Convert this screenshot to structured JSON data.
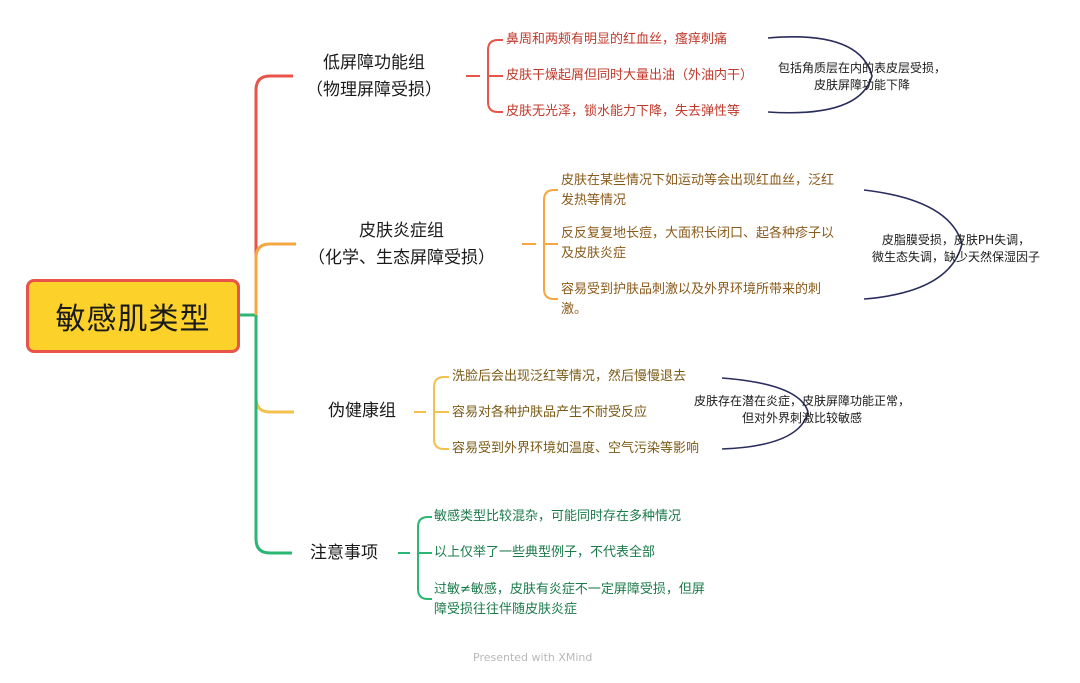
{
  "root": {
    "label": "敏感肌类型",
    "color": "#fcd12a",
    "border": "#e8534a"
  },
  "branches": [
    {
      "label_lines": [
        "低屏障功能组",
        "（物理屏障受损）"
      ],
      "color": "#e8534a",
      "leaves": [
        [
          "鼻周和两颊有明显的红血丝，瘙痒刺痛"
        ],
        [
          "皮肤干燥起屑但同时大量出油（外油内干）"
        ],
        [
          "皮肤无光泽，锁水能力下降，失去弹性等"
        ]
      ],
      "summary_lines": [
        "包括角质层在内的表皮层受损，",
        "皮肤屏障功能下降"
      ]
    },
    {
      "label_lines": [
        "皮肤炎症组",
        "（化学、生态屏障受损）"
      ],
      "color": "#f5a742",
      "leaves": [
        [
          "皮肤在某些情况下如运动等会出现红血丝，泛红",
          "发热等情况"
        ],
        [
          "反反复复地长痘，大面积长闭口、起各种疹子以",
          "及皮肤炎症"
        ],
        [
          "容易受到护肤品刺激以及外界环境所带来的刺",
          "激。"
        ]
      ],
      "summary_lines": [
        "皮脂膜受损，皮肤PH失调，",
        "微生态失调，缺少天然保湿因子"
      ]
    },
    {
      "label_lines": [
        "伪健康组"
      ],
      "color": "#f2c14e",
      "leaves": [
        [
          "洗脸后会出现泛红等情况，然后慢慢退去"
        ],
        [
          "容易对各种护肤品产生不耐受反应"
        ],
        [
          "容易受到外界环境如温度、空气污染等影响"
        ]
      ],
      "summary_lines": [
        "皮肤存在潜在炎症，皮肤屏障功能正常，",
        "但对外界刺激比较敏感"
      ]
    },
    {
      "label_lines": [
        "注意事项"
      ],
      "color": "#2bb673",
      "leaves": [
        [
          "敏感类型比较混杂，可能同时存在多种情况"
        ],
        [
          "以上仅举了一些典型例子，不代表全部"
        ],
        [
          "过敏≠敏感，皮肤有炎症不一定屏障受损，但屏",
          "障受损往往伴随皮肤炎症"
        ]
      ],
      "summary_lines": []
    }
  ],
  "watermark": "Presented with XMind",
  "summary_stroke": "#2a2d5c"
}
